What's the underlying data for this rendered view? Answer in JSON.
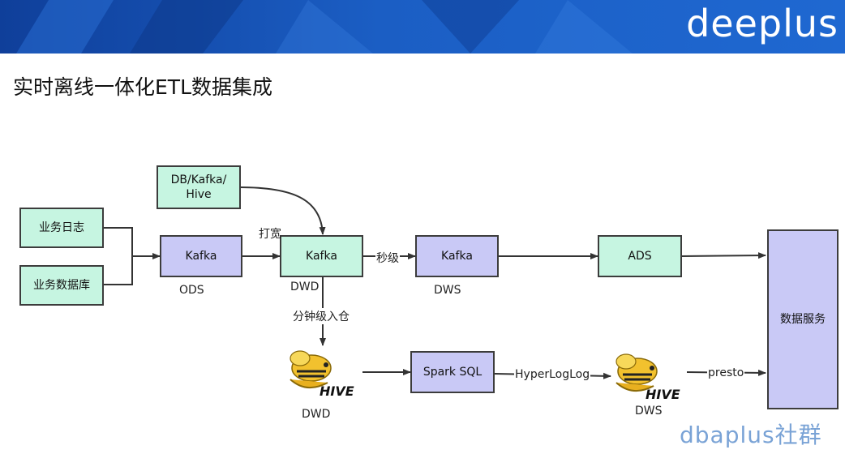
{
  "header": {
    "brand": "deeplus"
  },
  "title": "实时离线一体化ETL数据集成",
  "nodes": {
    "business_log": "业务日志",
    "business_db": "业务数据库",
    "source_mix": "DB/Kafka/\nHive",
    "kafka_ods": "Kafka",
    "kafka_dwd": "Kafka",
    "kafka_dws": "Kafka",
    "ads": "ADS",
    "spark_sql": "Spark SQL",
    "data_service": "数据服务",
    "hive_dwd_word": "HIVE",
    "hive_dws_word": "HIVE"
  },
  "labels": {
    "ods": "ODS",
    "dwd_top": "DWD",
    "dws_top": "DWS",
    "widen": "打宽",
    "second_level": "秒级",
    "minute_level": "分钟级入仓",
    "dwd_bottom": "DWD",
    "dws_bottom": "DWS",
    "hyperloglog": "HyperLogLog",
    "presto": "presto"
  },
  "watermark": "dbaplus社群",
  "colors": {
    "banner": "#1b5ec4",
    "green_box": "#c6f5e1",
    "purple_box": "#c9c9f6",
    "hive_yellow": "#f2c12e"
  }
}
